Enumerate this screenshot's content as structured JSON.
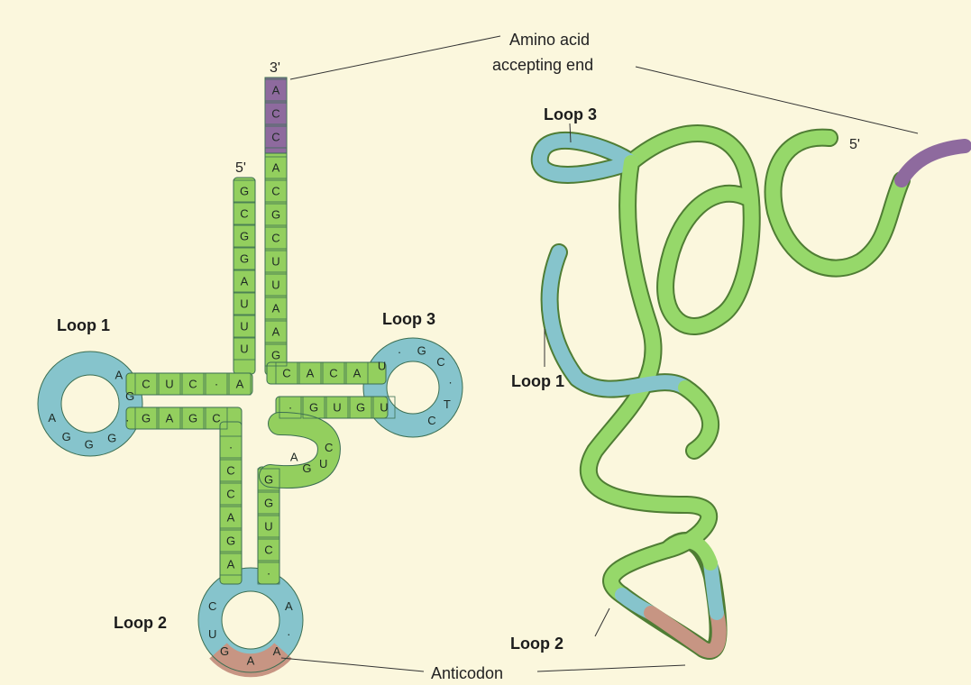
{
  "colors": {
    "background": "#fbf7dd",
    "stem": "#93cf5e",
    "loop": "#86c4cc",
    "acceptor": "#8e6a9e",
    "anticodon": "#c79583",
    "tube_green": "#96d86a",
    "tube_outline": "#4f7d34"
  },
  "labels": {
    "amino_line1": "Amino acid",
    "amino_line2": "accepting end",
    "anticodon": "Anticodon",
    "loop1": "Loop 1",
    "loop2": "Loop 2",
    "loop3": "Loop 3",
    "three_prime": "3'",
    "five_prime": "5'",
    "loop1_3d": "Loop 1",
    "loop2_3d": "Loop 2",
    "loop3_3d": "Loop 3",
    "five_prime_3d": "5'"
  },
  "cloverleaf": {
    "acceptor_3prime": [
      "A",
      "C",
      "C"
    ],
    "acceptor_stem_3prime": [
      "A",
      "C",
      "G",
      "C",
      "U",
      "U",
      "A",
      "A",
      "G"
    ],
    "acceptor_stem_5prime": [
      "G",
      "C",
      "G",
      "G",
      "A",
      "U",
      "U",
      "U"
    ],
    "d_stem_top": [
      "A",
      "·",
      "C",
      "U",
      "C"
    ],
    "d_stem_bottom": [
      "G",
      "A",
      "G",
      "C"
    ],
    "d_loop": [
      "A",
      "G",
      "·",
      "G",
      "G",
      "G",
      "A"
    ],
    "t_stem_top": [
      "C",
      "A",
      "C",
      "A"
    ],
    "t_stem_bottom": [
      "U",
      "G",
      "U",
      "G",
      "·"
    ],
    "t_loop": [
      "U",
      "·",
      "G",
      "C",
      "·",
      "T",
      "C"
    ],
    "variable_loop": [
      "C",
      "U",
      "G",
      "A"
    ],
    "anticodon_stem_left": [
      "·",
      "C",
      "C",
      "A",
      "G",
      "A"
    ],
    "anticodon_stem_right": [
      "G",
      "G",
      "U",
      "C",
      "·"
    ],
    "anticodon_loop_left": [
      "C",
      "U"
    ],
    "anticodon_triplet": [
      "G",
      "A",
      "A"
    ],
    "anticodon_loop_right": [
      "A",
      "·"
    ]
  }
}
